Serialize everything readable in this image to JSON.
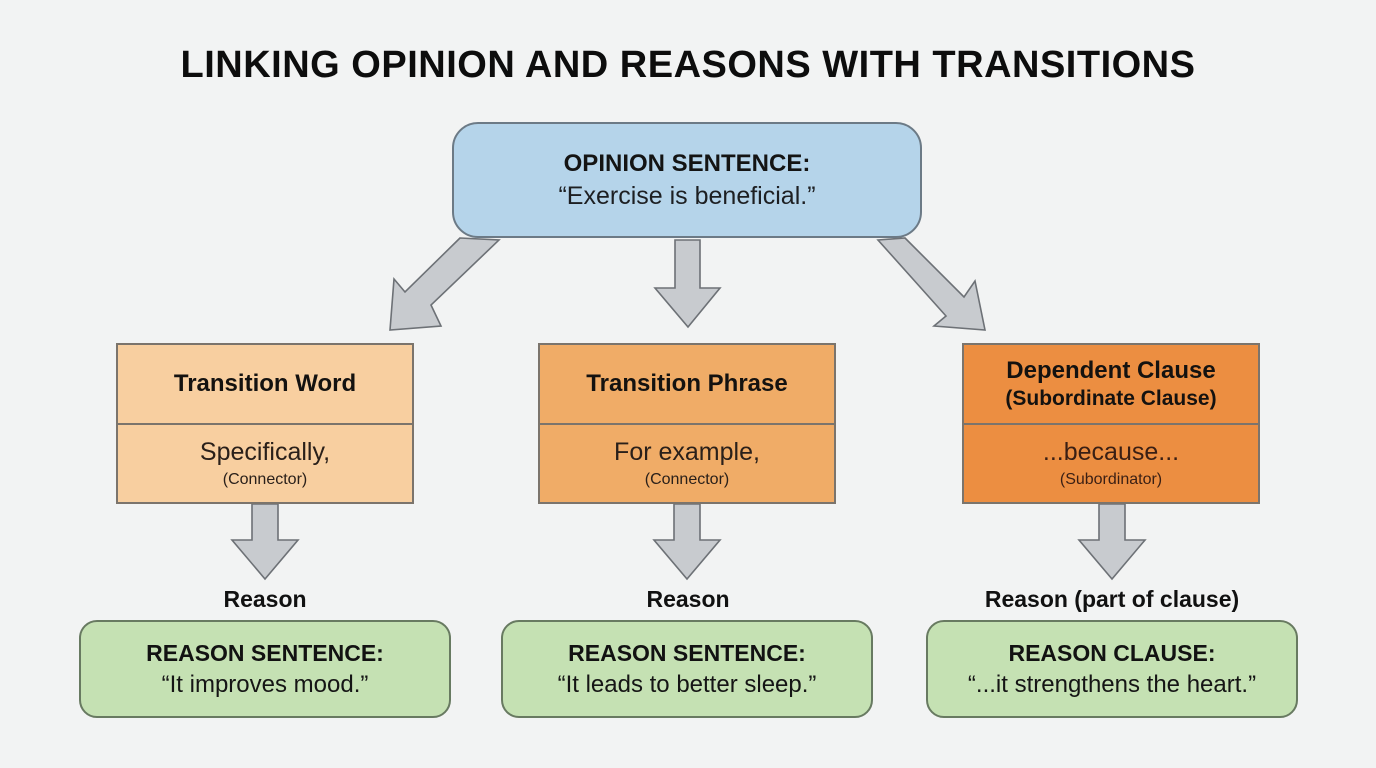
{
  "title": "LINKING OPINION AND REASONS WITH TRANSITIONS",
  "opinion": {
    "heading": "OPINION SENTENCE:",
    "quote": "“Exercise is beneficial.”",
    "color": "#b5d4ea"
  },
  "columns": [
    {
      "type_label": "Transition Word",
      "type_sublabel": "",
      "example": "Specifically,",
      "role": "(Connector)",
      "color": "#f8cfa0",
      "arrow_label": "Reason",
      "result_heading": "REASON SENTENCE:",
      "result_quote": "“It improves mood.”"
    },
    {
      "type_label": "Transition Phrase",
      "type_sublabel": "",
      "example": "For example,",
      "role": "(Connector)",
      "color": "#f0ac67",
      "arrow_label": "Reason",
      "result_heading": "REASON SENTENCE:",
      "result_quote": "“It leads to better sleep.”"
    },
    {
      "type_label": "Dependent Clause",
      "type_sublabel": "(Subordinate Clause)",
      "example": "...because...",
      "role": "(Subordinator)",
      "color": "#ec8e41",
      "arrow_label": "Reason (part of clause)",
      "result_heading": "REASON CLAUSE:",
      "result_quote": "“...it strengthens the heart.”"
    }
  ],
  "colors": {
    "background": "#f2f3f3",
    "arrow_fill": "#c8cbcf",
    "arrow_stroke": "#6d7176",
    "result_box": "#c5e1b3"
  },
  "icons": {
    "arrow": "down-arrow-icon"
  }
}
